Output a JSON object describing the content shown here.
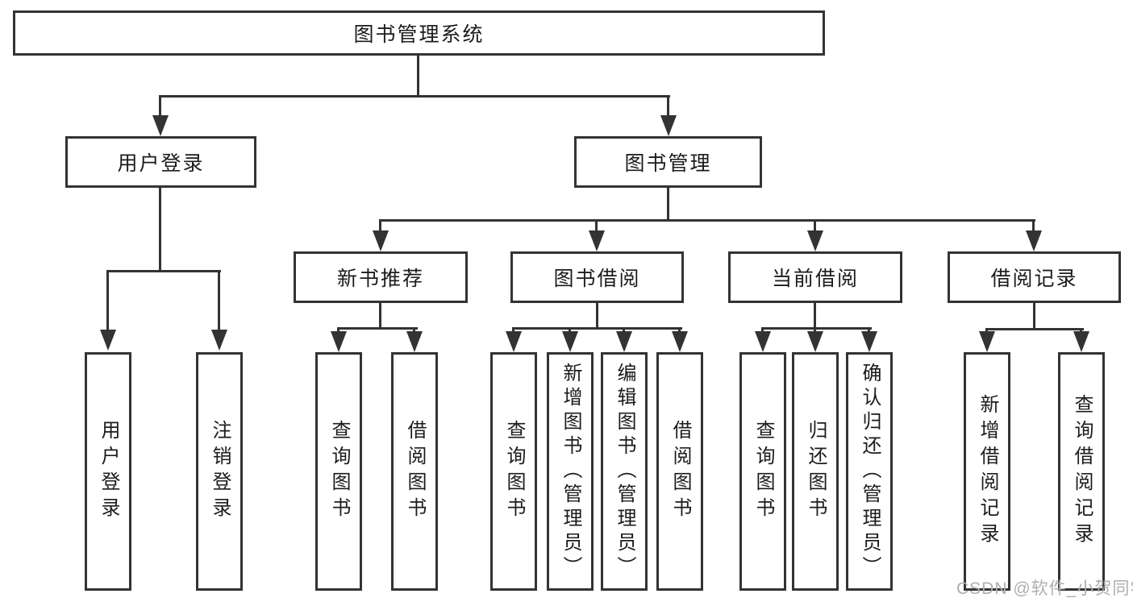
{
  "colors": {
    "line": "#333333",
    "text": "#1c1c1c",
    "background": "#ffffff"
  },
  "diagram": {
    "root": "图书管理系统",
    "login": {
      "label": "用户登录",
      "children": [
        "用户登录",
        "注销登录"
      ]
    },
    "management": {
      "label": "图书管理",
      "modules": [
        {
          "label": "新书推荐",
          "children": [
            "查询图书",
            "借阅图书"
          ]
        },
        {
          "label": "图书借阅",
          "children": [
            "查询图书",
            "新增图书（管理员）",
            "编辑图书（管理员）",
            "借阅图书"
          ]
        },
        {
          "label": "当前借阅",
          "children": [
            "查询图书",
            "归还图书",
            "确认归还（管理员）"
          ]
        },
        {
          "label": "借阅记录",
          "children": [
            "新增借阅记录",
            "查询借阅记录"
          ]
        }
      ]
    }
  },
  "watermark": {
    "text": "CSDN @软件_小贺同学",
    "color": "#b3acac"
  }
}
